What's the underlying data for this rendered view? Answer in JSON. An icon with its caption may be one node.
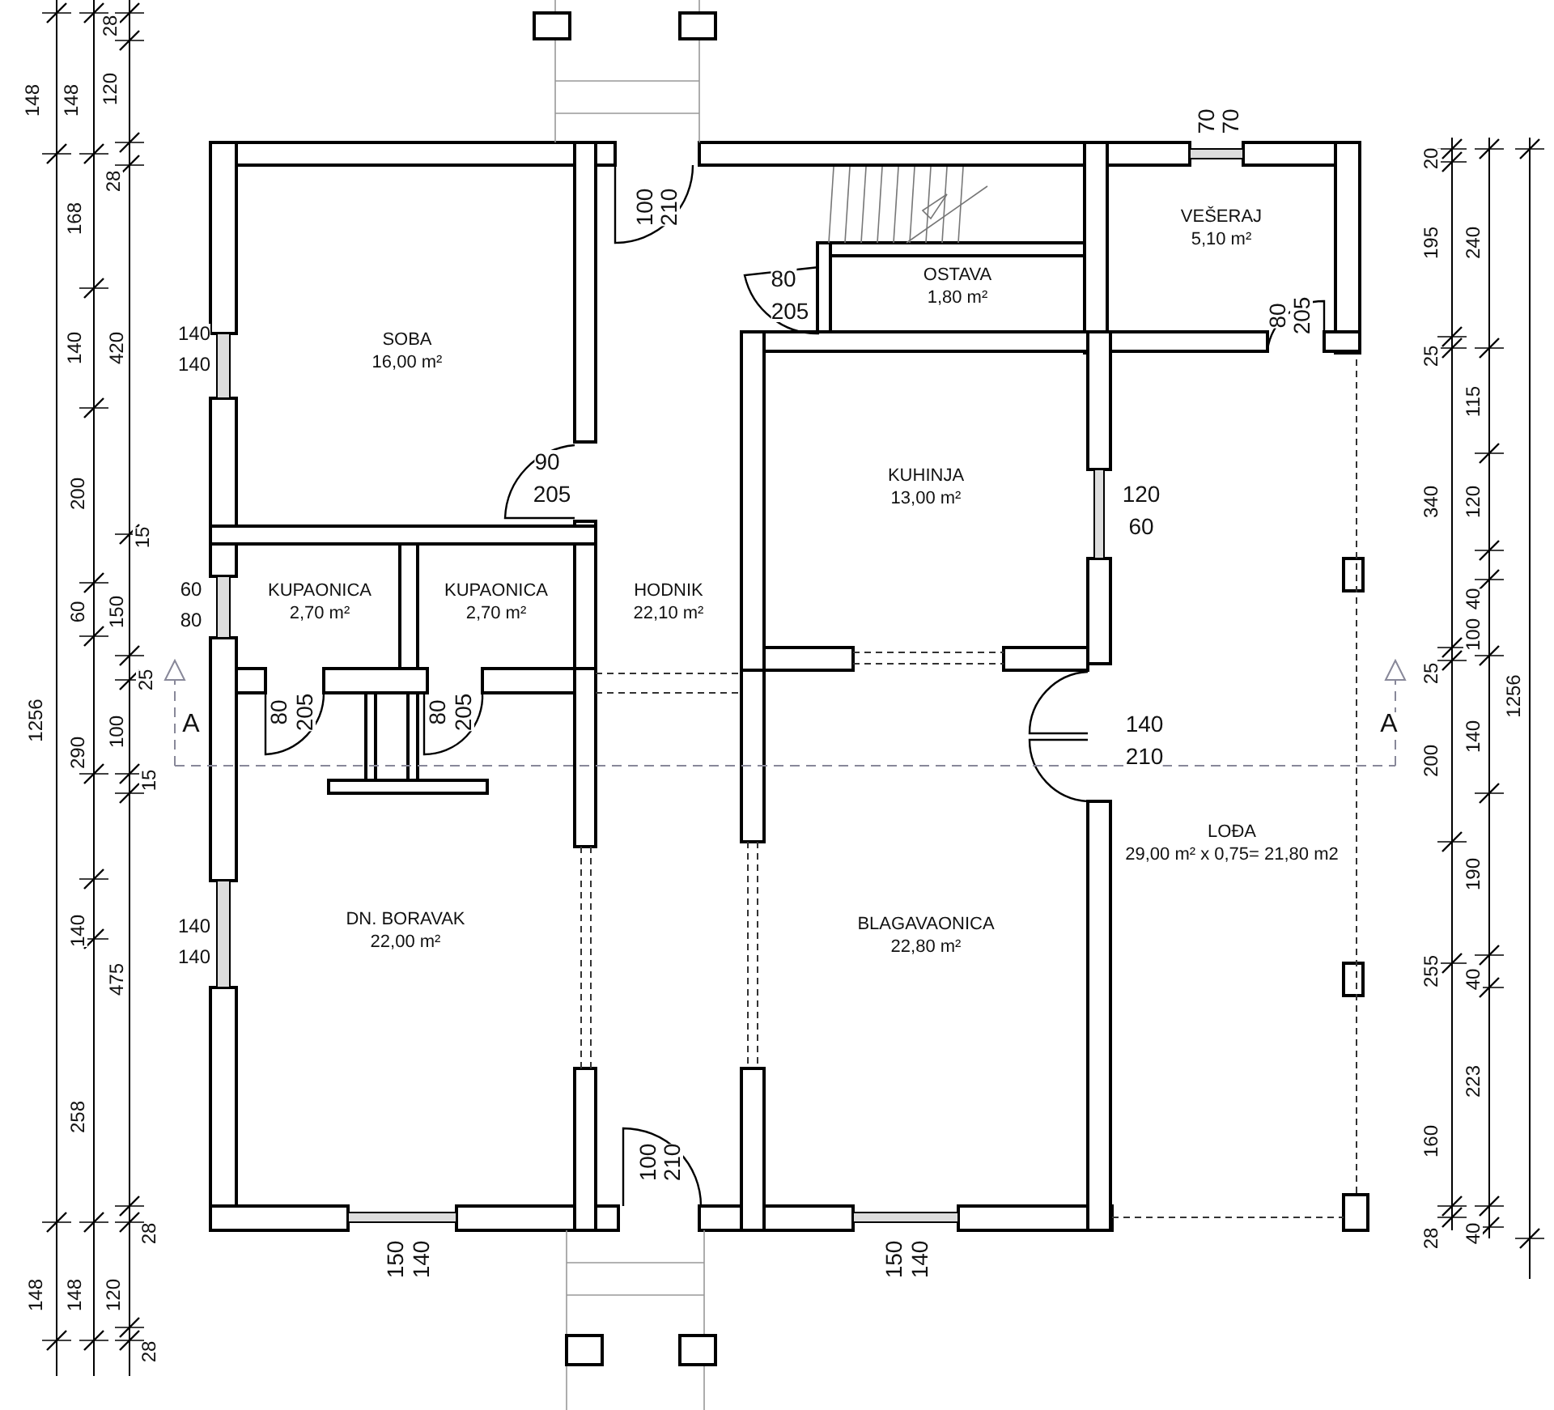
{
  "diagram": {
    "nodes": [
      {
        "text": [
          "SOBA",
          "16,00 m²"
        ]
      },
      {
        "text": [
          "KUPAONICA",
          "2,70 m²"
        ]
      },
      {
        "text": [
          "KUPAONICA",
          "2,70 m²"
        ]
      },
      {
        "text": [
          "HODNIK",
          "22,10 m²"
        ]
      },
      {
        "text": [
          "OSTAVA",
          "1,80 m²"
        ]
      },
      {
        "text": [
          "VEŠERAJ",
          "5,10 m²"
        ]
      },
      {
        "text": [
          "KUHINJA",
          "13,00 m²"
        ]
      },
      {
        "text": [
          "DN. BORAVAK",
          "22,00 m²"
        ]
      },
      {
        "text": [
          "BLAGAVAONICA",
          "22,80 m²"
        ]
      },
      {
        "text": [
          "LOĐA",
          "29,00 m² x 0,75= 21,80 m2"
        ]
      }
    ],
    "labels": [
      "148",
      "148",
      "28",
      "120",
      "28",
      "168",
      "140",
      "420",
      "140",
      "140",
      "200",
      "15",
      "60",
      "150",
      "60",
      "80",
      "1256",
      "25",
      "100",
      "290",
      "15",
      "A",
      "140",
      "140",
      "140",
      "475",
      "258",
      "28",
      "148",
      "148",
      "120",
      "28",
      "100",
      "210",
      "70",
      "70",
      "80",
      "205",
      "80",
      "205",
      "90",
      "205",
      "120",
      "60",
      "80",
      "205",
      "80",
      "205",
      "140",
      "210",
      "A",
      "100",
      "210",
      "150",
      "140",
      "150",
      "140",
      "20",
      "195",
      "240",
      "25",
      "115",
      "340",
      "120",
      "40",
      "100",
      "25",
      "1256",
      "200",
      "140",
      "190",
      "255",
      "40",
      "223",
      "160",
      "28",
      "40"
    ]
  }
}
